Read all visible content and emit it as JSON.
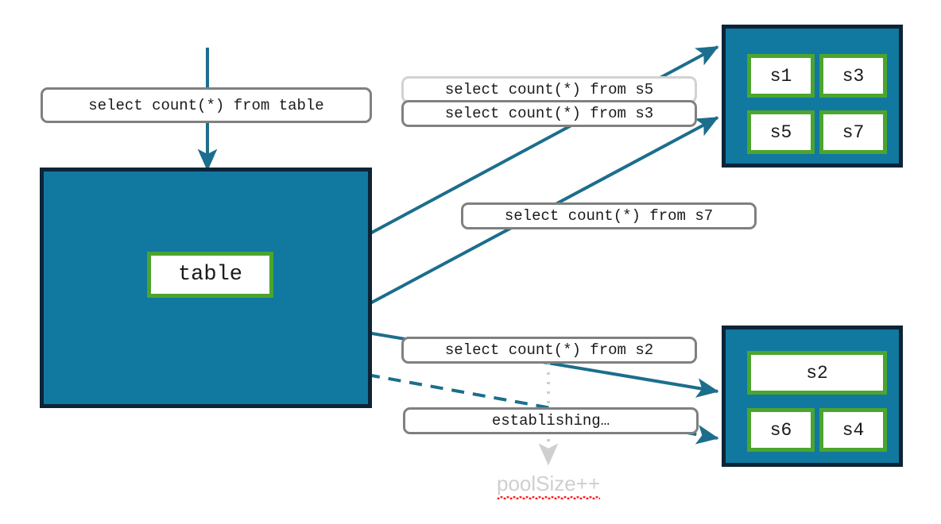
{
  "diagram": {
    "title": "connection pool query routing",
    "colors": {
      "panel_fill": "#1178a0",
      "panel_border": "#0d2436",
      "node_border": "#4ba52e",
      "node_fill": "#ffffff",
      "edge": "#1c6e8c",
      "chip_border": "#808080",
      "chip_border_light": "#d2d2d2",
      "note_text": "#cfcfcf",
      "spellcheck": "#ff2020"
    }
  },
  "labels": {
    "from_table": "select count(*) from table",
    "from_s5": "select count(*) from s5",
    "from_s3": "select count(*) from s3",
    "from_s7": "select count(*) from s7",
    "from_s2": "select count(*) from s2",
    "establishing": "establishing…",
    "pool_size": "poolSize++"
  },
  "main_panel": {
    "node_label": "table"
  },
  "pool_top": {
    "nodes": [
      {
        "label": "s1"
      },
      {
        "label": "s3"
      },
      {
        "label": "s5"
      },
      {
        "label": "s7"
      }
    ]
  },
  "pool_bottom": {
    "nodes": [
      {
        "label": "s2"
      },
      {
        "label": "s6"
      },
      {
        "label": "s4"
      }
    ]
  }
}
